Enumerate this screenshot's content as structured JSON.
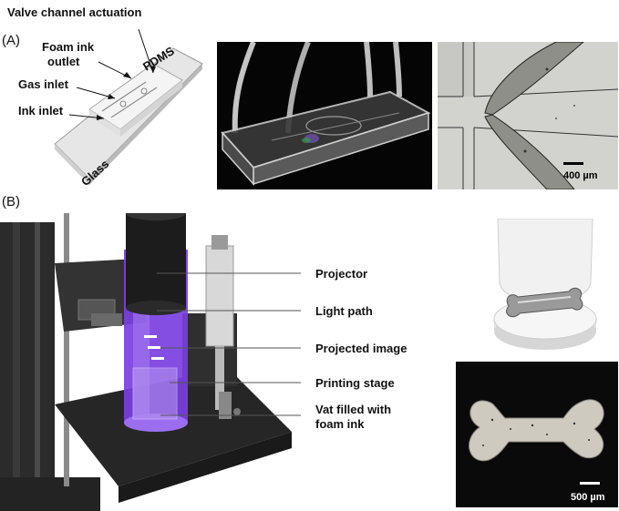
{
  "panels": {
    "a": "(A)",
    "b": "(B)"
  },
  "chip_labels": {
    "valve": "Valve channel actuation",
    "foam_outlet_1": "Foam ink",
    "foam_outlet_2": "outlet",
    "gas_inlet": "Gas inlet",
    "ink_inlet": "Ink inlet",
    "pdms": "PDMS",
    "glass": "Glass"
  },
  "scale_bars": {
    "micro": "400 µm",
    "bone": "500 µm"
  },
  "printer_labels": {
    "projector": "Projector",
    "light_path": "Light path",
    "projected_image": "Projected image",
    "printing_stage": "Printing stage",
    "vat_1": "Vat filled with",
    "vat_2": "foam ink"
  },
  "colors": {
    "uv_purple": "#8a4fe8",
    "frame_dark": "#2a2a2a",
    "label_line": "#555555"
  }
}
